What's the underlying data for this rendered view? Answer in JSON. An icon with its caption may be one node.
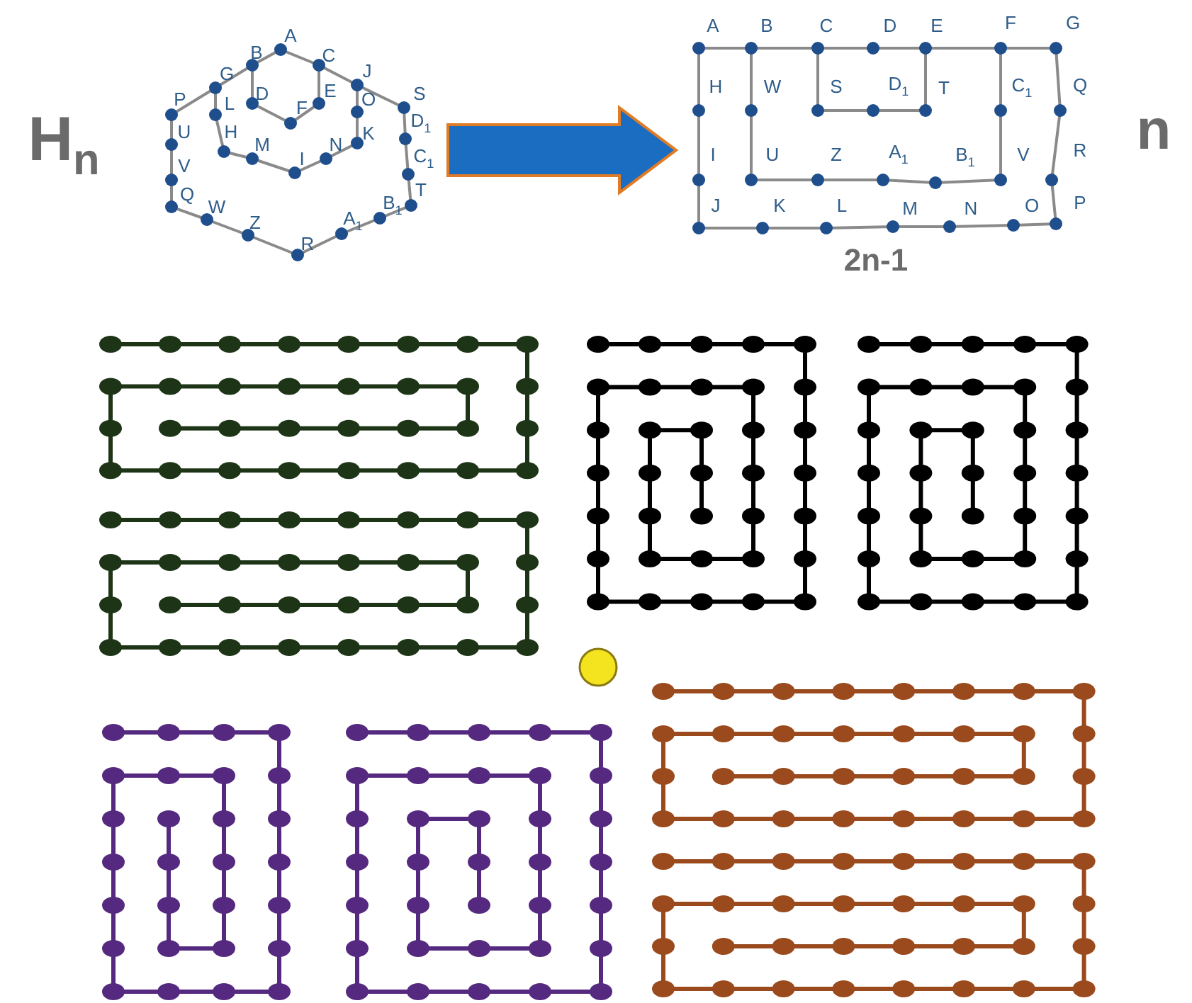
{
  "diagram": {
    "nodes": [
      {
        "text": [],
        "shape": "picture"
      },
      {
        "text": [],
        "shape": "picture"
      }
    ],
    "edges": [
      {
        "from": 0,
        "to": 1,
        "arrow": "to"
      }
    ],
    "labels": [
      "H$_{n}$",
      "A",
      "B",
      "C",
      "G",
      "J",
      "P",
      "L",
      "D",
      "E",
      "O",
      "S",
      "F",
      "U",
      "H",
      "M",
      "N",
      "K",
      "D$_{1}$",
      "I",
      "C$_{1}$",
      "V",
      "Q",
      "T",
      "W",
      "B$_{1}$",
      "Z",
      "A$_{1}$",
      "R",
      "A",
      "B",
      "C",
      "D",
      "E",
      "F",
      "G",
      "H",
      "W",
      "S",
      "D$_{1}$",
      "T",
      "C$_{1}$",
      "Q",
      "I",
      "U",
      "Z",
      "A$_{1}$",
      "B$_{1}$",
      "V",
      "R",
      "J",
      "K",
      "L",
      "M",
      "N",
      "O",
      "P",
      "n",
      "2n-1"
    ]
  }
}
